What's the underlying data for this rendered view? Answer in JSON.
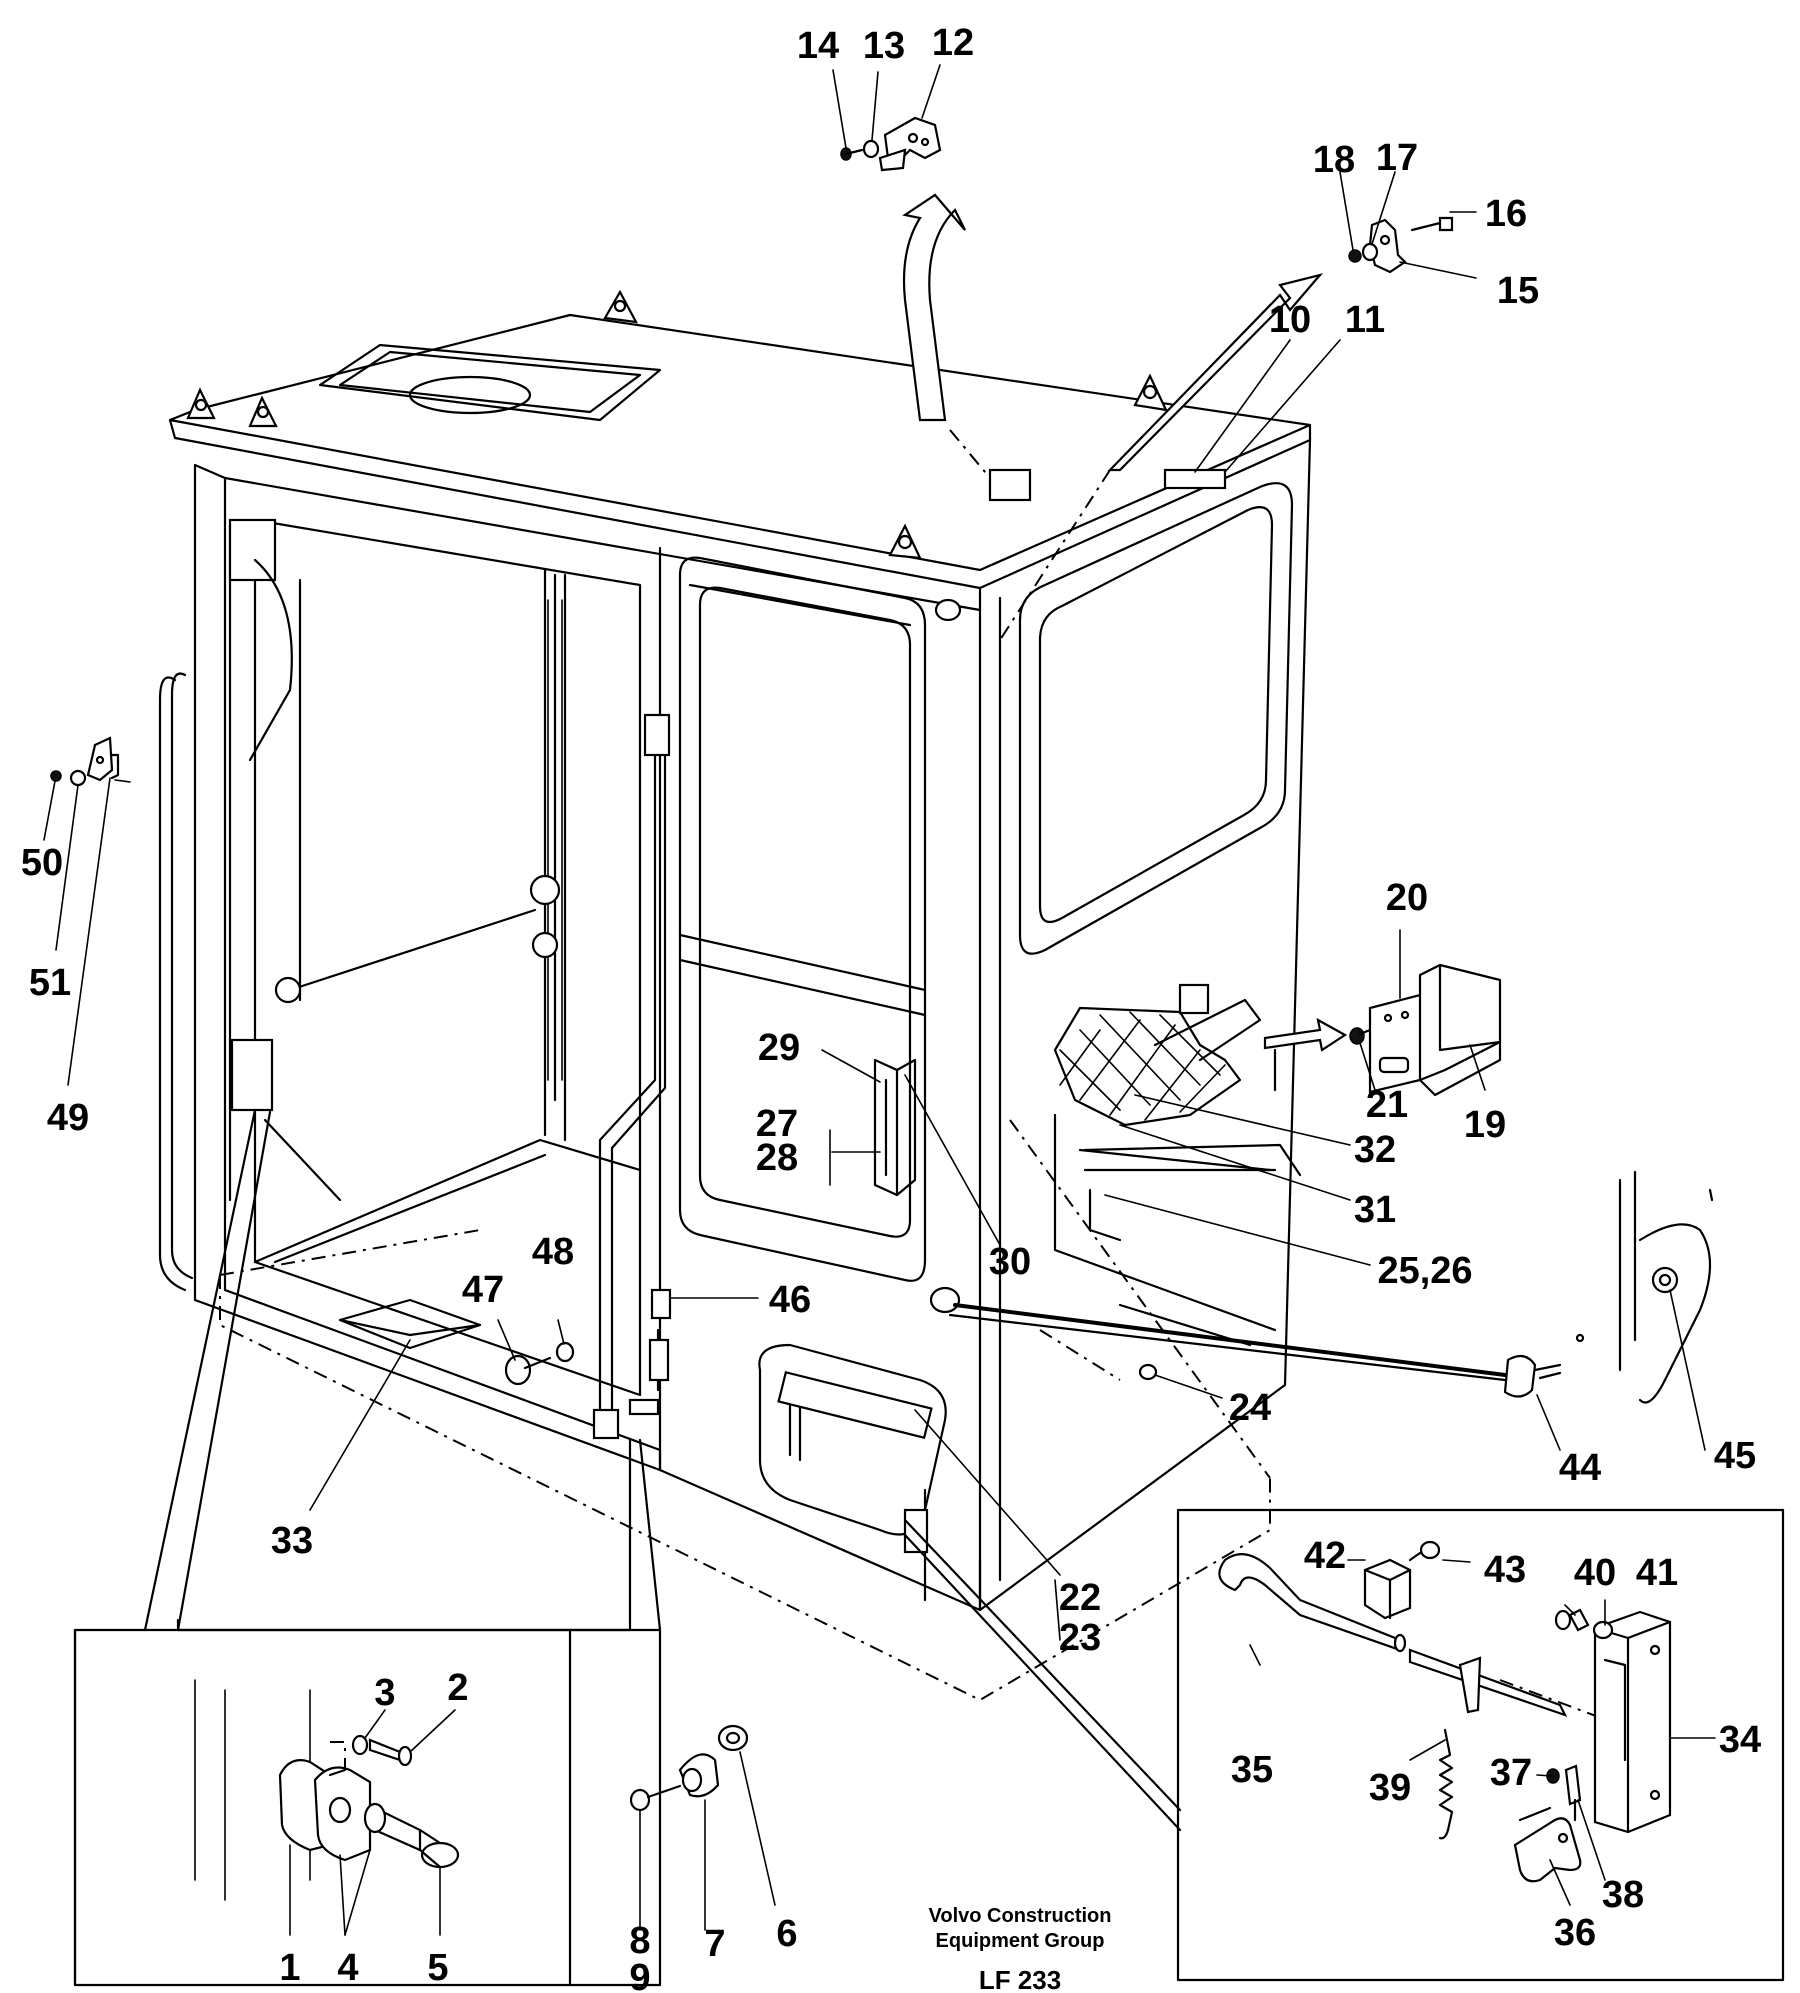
{
  "diagram": {
    "callouts": [
      {
        "id": "c1",
        "text": "1"
      },
      {
        "id": "c2",
        "text": "2"
      },
      {
        "id": "c3",
        "text": "3"
      },
      {
        "id": "c4",
        "text": "4"
      },
      {
        "id": "c5",
        "text": "5"
      },
      {
        "id": "c6",
        "text": "6"
      },
      {
        "id": "c7",
        "text": "7"
      },
      {
        "id": "c8",
        "text": "8"
      },
      {
        "id": "c9",
        "text": "9"
      },
      {
        "id": "c10",
        "text": "10"
      },
      {
        "id": "c11",
        "text": "11"
      },
      {
        "id": "c12",
        "text": "12"
      },
      {
        "id": "c13",
        "text": "13"
      },
      {
        "id": "c14",
        "text": "14"
      },
      {
        "id": "c15",
        "text": "15"
      },
      {
        "id": "c16",
        "text": "16"
      },
      {
        "id": "c17",
        "text": "17"
      },
      {
        "id": "c18",
        "text": "18"
      },
      {
        "id": "c19",
        "text": "19"
      },
      {
        "id": "c20",
        "text": "20"
      },
      {
        "id": "c21",
        "text": "21"
      },
      {
        "id": "c22",
        "text": "22"
      },
      {
        "id": "c23",
        "text": "23"
      },
      {
        "id": "c24",
        "text": "24"
      },
      {
        "id": "c25_26",
        "text": "25,26"
      },
      {
        "id": "c27",
        "text": "27"
      },
      {
        "id": "c28",
        "text": "28"
      },
      {
        "id": "c29",
        "text": "29"
      },
      {
        "id": "c30",
        "text": "30"
      },
      {
        "id": "c31",
        "text": "31"
      },
      {
        "id": "c32",
        "text": "32"
      },
      {
        "id": "c33",
        "text": "33"
      },
      {
        "id": "c34",
        "text": "34"
      },
      {
        "id": "c35",
        "text": "35"
      },
      {
        "id": "c36",
        "text": "36"
      },
      {
        "id": "c37",
        "text": "37"
      },
      {
        "id": "c38",
        "text": "38"
      },
      {
        "id": "c39",
        "text": "39"
      },
      {
        "id": "c40",
        "text": "40"
      },
      {
        "id": "c41",
        "text": "41"
      },
      {
        "id": "c42",
        "text": "42"
      },
      {
        "id": "c43",
        "text": "43"
      },
      {
        "id": "c44",
        "text": "44"
      },
      {
        "id": "c45",
        "text": "45"
      },
      {
        "id": "c46",
        "text": "46"
      },
      {
        "id": "c47",
        "text": "47"
      },
      {
        "id": "c48",
        "text": "48"
      },
      {
        "id": "c49",
        "text": "49"
      },
      {
        "id": "c50",
        "text": "50"
      },
      {
        "id": "c51",
        "text": "51"
      }
    ],
    "footer": {
      "company_line1": "Volvo Construction",
      "company_line2": "Equipment Group",
      "drawing_id": "LF 233"
    }
  }
}
